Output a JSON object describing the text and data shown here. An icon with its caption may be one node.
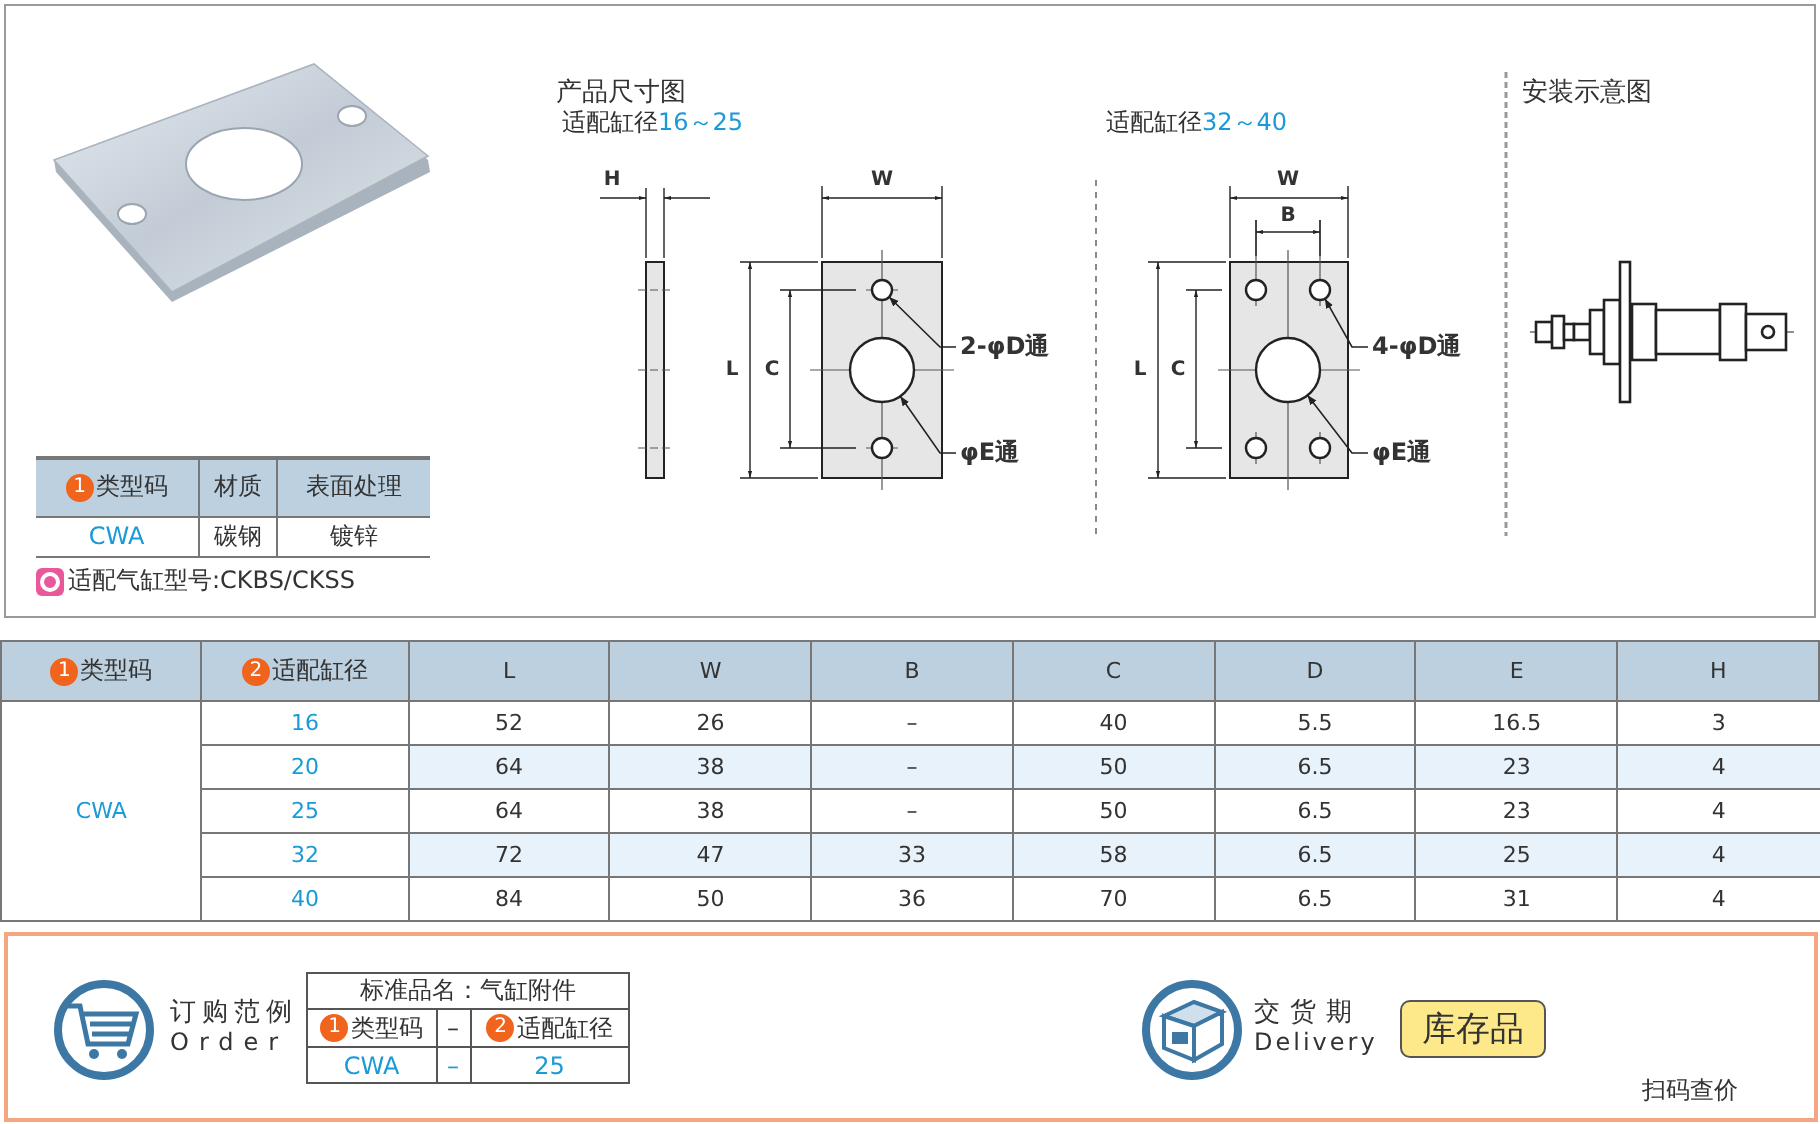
{
  "diagram": {
    "nodes": [
      {
        "text": [
          "2-φD通"
        ]
      },
      {
        "text": [],
        "shape": "circle"
      },
      {
        "text": [
          "φE通"
        ]
      },
      {
        "text": [],
        "shape": "circle"
      },
      {
        "text": [
          "4-φD通"
        ]
      },
      {
        "text": [],
        "shape": "circle"
      },
      {
        "text": [
          "φE通"
        ]
      },
      {
        "text": [],
        "shape": "circle"
      },
      {
        "text": [],
        "shape": "circle"
      },
      {
        "text": [],
        "shape": "circle"
      },
      {
        "text": [],
        "shape": "circle"
      },
      {
        "text": [],
        "shape": "circle"
      }
    ],
    "edges": [
      {
        "from": 0,
        "to": 1,
        "arrow": "to"
      },
      {
        "from": 2,
        "to": 3,
        "arrow": "to"
      },
      {
        "from": 4,
        "to": 5,
        "arrow": "to"
      },
      {
        "from": 6,
        "to": 7,
        "arrow": "to"
      }
    ],
    "labels": [
      "产品尺寸图",
      "适配缸径",
      "16～25",
      "适配缸径",
      "32～40",
      "H",
      "W",
      "L",
      "C",
      "W",
      "B",
      "L",
      "C",
      "安装示意图",
      "1",
      "类型码",
      "材质",
      "表面处理",
      "CWA",
      "碳钢",
      "镀锌",
      "适配气缸型号:CKBS/CKSS",
      "1",
      "类型码",
      "2",
      "适配缸径",
      "L",
      "W",
      "B",
      "C",
      "D",
      "E",
      "H",
      "CWA",
      "16",
      "52",
      "26",
      "–",
      "40",
      "5.5",
      "16.5",
      "3",
      "20",
      "64",
      "38",
      "–",
      "50",
      "6.5",
      "23",
      "4",
      "25",
      "64",
      "38",
      "–",
      "50",
      "6.5",
      "23",
      "4",
      "32",
      "72",
      "47",
      "33",
      "58",
      "6.5",
      "25",
      "4",
      "40",
      "84",
      "50",
      "36",
      "70",
      "6.5",
      "31",
      "4",
      "订购范例",
      "Order",
      "标准品名：气缸附件",
      "1",
      "类型码",
      "–",
      "2",
      "适配缸径",
      "CWA",
      "–",
      "25",
      "交货期",
      "Delivery",
      "库存品",
      "扫码查价"
    ]
  }
}
